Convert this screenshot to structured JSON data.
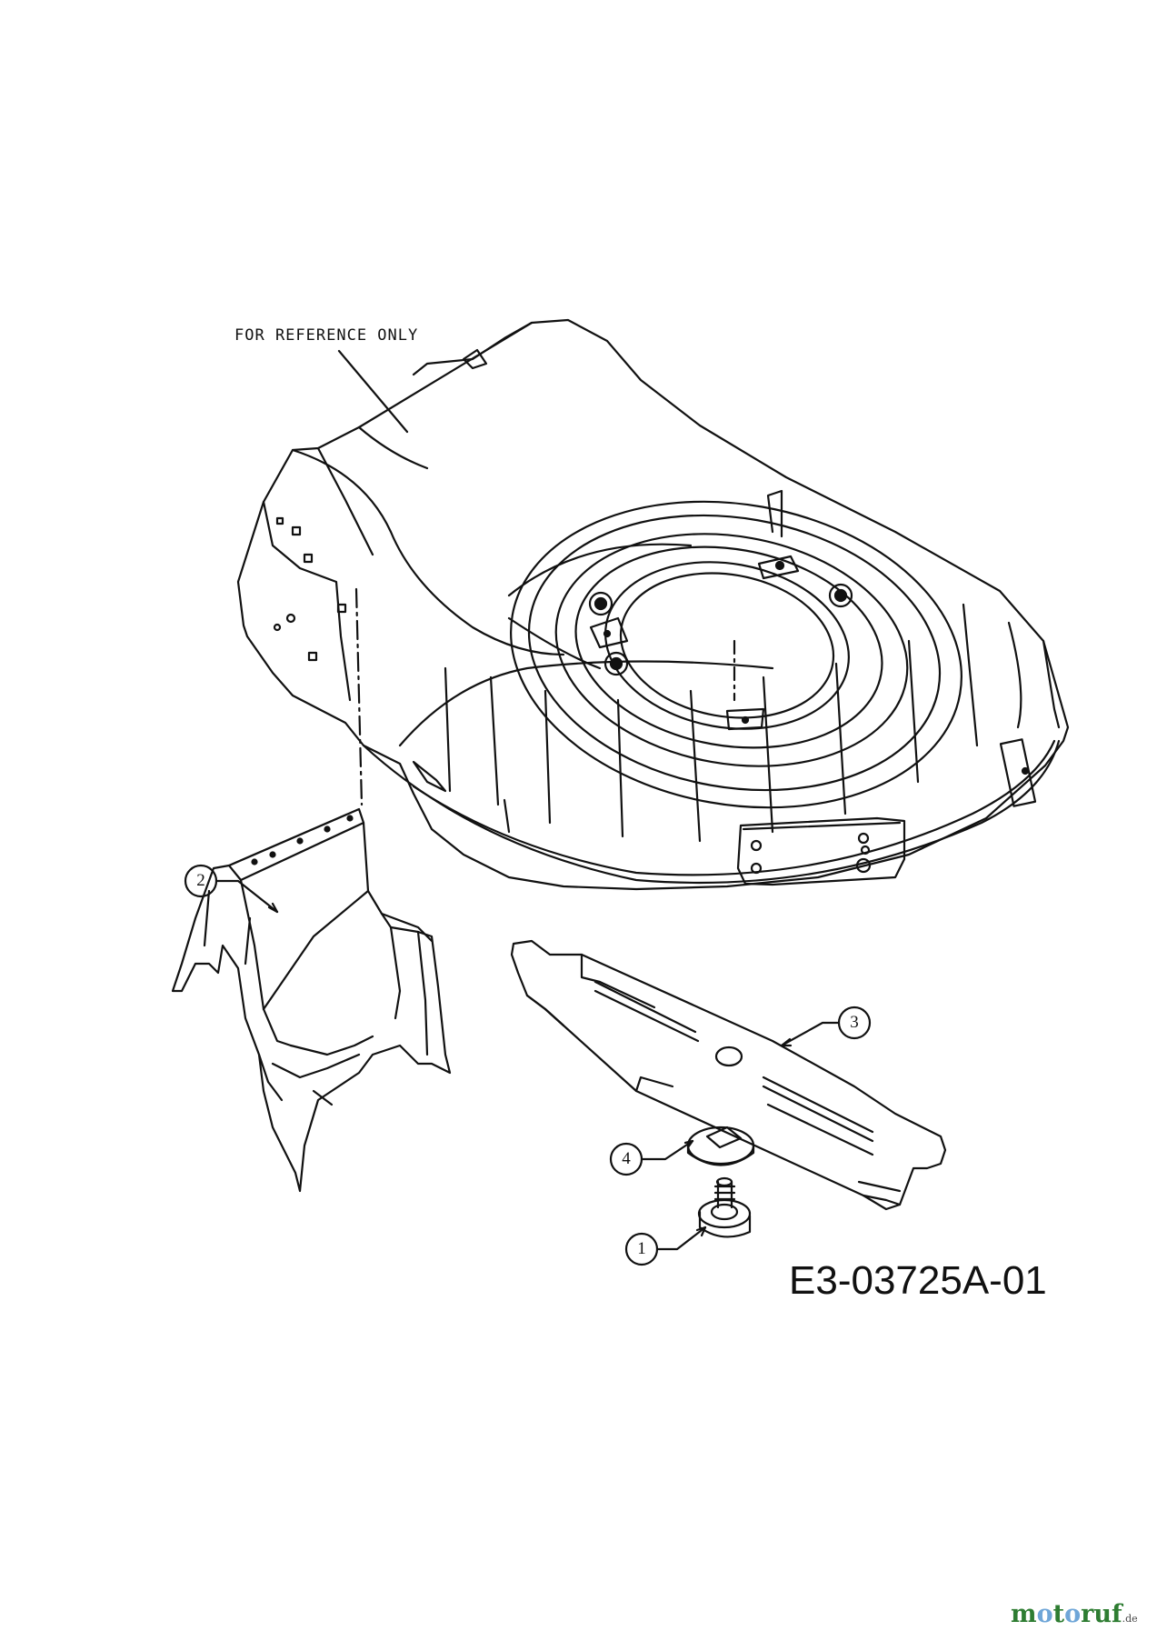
{
  "diagram": {
    "reference_note": "FOR REFERENCE ONLY",
    "drawing_number": "E3-03725A-01",
    "watermark": {
      "text_start": "m",
      "o1": "o",
      "text_mid": "t",
      "o2": "o",
      "text_end": "ruf",
      "suffix": ".de"
    },
    "callouts": [
      {
        "number": "1",
        "part": "blade-bolt"
      },
      {
        "number": "2",
        "part": "discharge-chute"
      },
      {
        "number": "3",
        "part": "mower-blade"
      },
      {
        "number": "4",
        "part": "blade-adapter"
      }
    ]
  }
}
